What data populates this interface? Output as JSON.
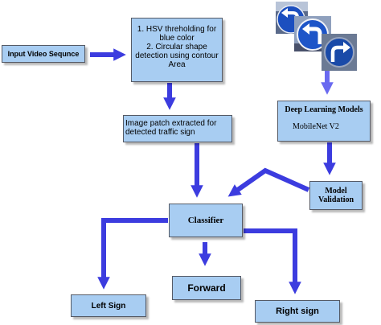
{
  "colors": {
    "box_fill": "#a8cdf2",
    "arrow_blue": "#3c3cdf",
    "arrow_light": "#6a6af0"
  },
  "nodes": {
    "input": "Input Video Sequnce",
    "hsv_line1": "1. HSV threholding for blue color",
    "hsv_line2": "2. Circular shape detection using contour Area",
    "patch": "Image patch extracted for detected traffic sign",
    "dl_title": "Deep Learning Models",
    "dl_sub": "MobileNet V2",
    "model_validation": "Model Validation",
    "classifier": "Classifier",
    "left_sign": "Left Sign",
    "forward": "Forward",
    "right_sign": "Right sign"
  },
  "icons": [
    "traffic-sign-left-turn-icon",
    "traffic-sign-left-turn-icon",
    "traffic-sign-right-turn-icon"
  ]
}
